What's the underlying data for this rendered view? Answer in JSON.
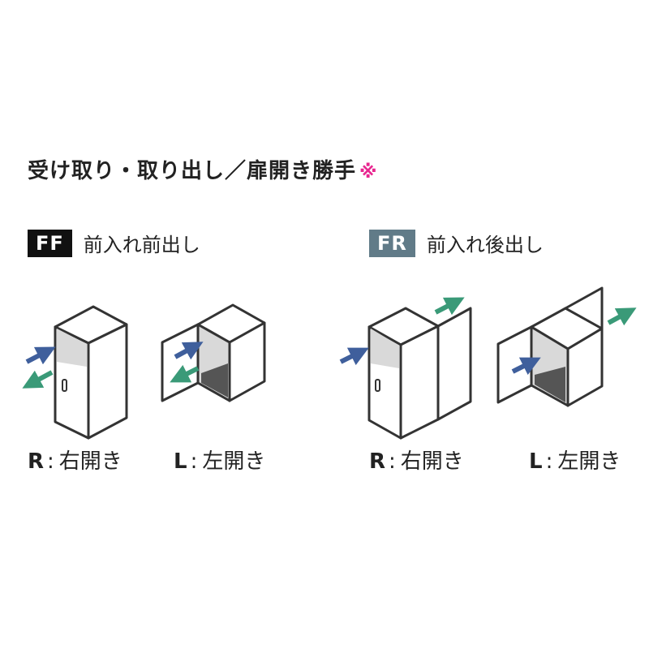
{
  "title": {
    "text": "受け取り・取り出し／扉開き勝手",
    "mark": "※"
  },
  "colors": {
    "ff_badge": "#111111",
    "fr_badge": "#617b88",
    "arrow_in": "#3f5f9c",
    "arrow_out": "#3a9a78",
    "mark": "#e8258f",
    "box_interior": "#d9d9d9",
    "box_stroke": "#333333"
  },
  "groups": [
    {
      "badge": "FF",
      "label": "前入れ前出し",
      "items": [
        {
          "key": "R",
          "sep": ":",
          "desc": "右開き",
          "icon": "locker-front-in-front-out-right-hinge"
        },
        {
          "key": "L",
          "sep": ":",
          "desc": "左開き",
          "icon": "locker-front-in-front-out-left-hinge"
        }
      ]
    },
    {
      "badge": "FR",
      "label": "前入れ後出し",
      "items": [
        {
          "key": "R",
          "sep": ":",
          "desc": "右開き",
          "icon": "locker-front-in-rear-out-right-hinge"
        },
        {
          "key": "L",
          "sep": ":",
          "desc": "左開き",
          "icon": "locker-front-in-rear-out-left-hinge"
        }
      ]
    }
  ]
}
